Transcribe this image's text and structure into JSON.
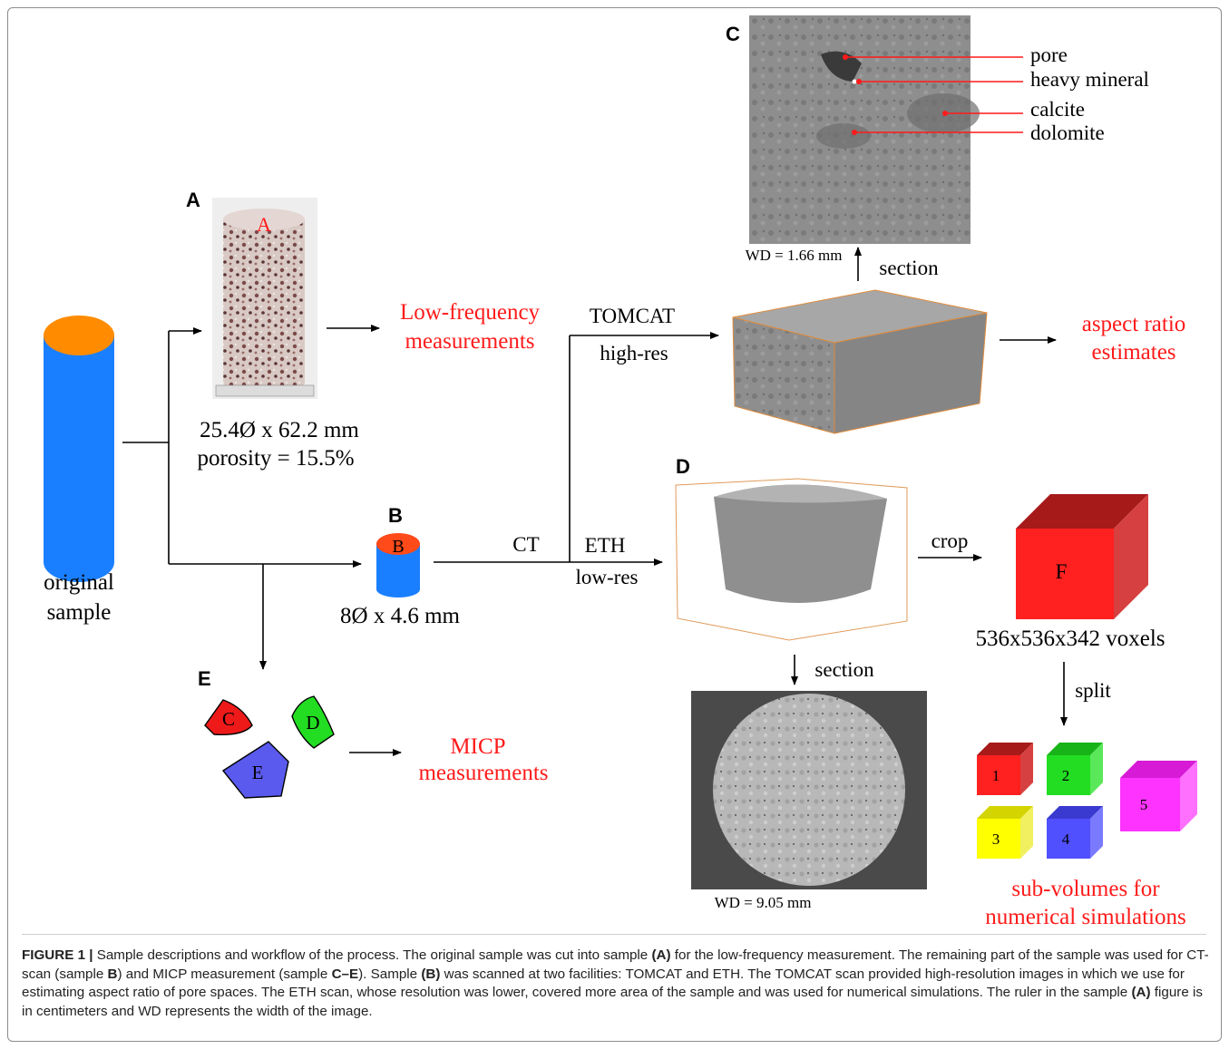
{
  "panels": {
    "A": "A",
    "B": "B",
    "C": "C",
    "D": "D",
    "E": "E"
  },
  "original": {
    "line1": "original",
    "line2": "sample"
  },
  "sampleA": {
    "photo_label": "A",
    "dims": "25.4Ø x 62.2 mm",
    "porosity": "porosity = 15.5%"
  },
  "lowfreq": {
    "line1": "Low-frequency",
    "line2": "measurements"
  },
  "tomcat": {
    "name": "TOMCAT",
    "res": "high-res"
  },
  "eth": {
    "ct": "CT",
    "name": "ETH",
    "res": "low-res"
  },
  "sampleB": {
    "label": "B",
    "dims": "8Ø x 4.6 mm"
  },
  "aspect": {
    "line1": "aspect ratio",
    "line2": "estimates"
  },
  "sectionC": {
    "label": "section",
    "wd": "WD = 1.66 mm",
    "annotations": [
      "pore",
      "heavy mineral",
      "calcite",
      "dolomite"
    ]
  },
  "sectionD": {
    "label": "section",
    "wd": "WD = 9.05 mm"
  },
  "crop": "crop",
  "cubeF": {
    "label": "F",
    "voxels": "536x536x342 voxels"
  },
  "split": "split",
  "subcubes": [
    "1",
    "2",
    "3",
    "4",
    "5"
  ],
  "subvol": {
    "line1": "sub-volumes for",
    "line2": "numerical simulations"
  },
  "micp": {
    "line1": "MICP",
    "line2": "measurements"
  },
  "pieces": [
    "C",
    "D",
    "E"
  ],
  "colors": {
    "cylinder_blue": "#1a7fff",
    "cylinder_top": "#ff8c00",
    "label_red": "#ff1a1a",
    "cube_red": "#ff2020",
    "cube_green": "#22dd22",
    "cube_yellow": "#ffff00",
    "cube_blue": "#5050ff",
    "cube_magenta": "#ff33ff"
  },
  "caption": {
    "lead": "FIGURE 1 |",
    "text_parts": [
      " Sample descriptions and workflow of the process. The original sample was cut into sample ",
      "(A)",
      " for the low-frequency measurement. The remaining part of the sample was used for CT-scan (sample ",
      "B",
      ") and MICP measurement (sample ",
      "C–E",
      "). Sample ",
      "(B)",
      " was scanned at two facilities: TOMCAT and ETH. The TOMCAT scan provided high-resolution images in which we use for estimating aspect ratio of pore spaces. The ETH scan, whose resolution was lower, covered more area of the sample and was used for numerical simulations. The ruler in the sample ",
      "(A)",
      " figure is in centimeters and WD represents the width of the image."
    ]
  }
}
